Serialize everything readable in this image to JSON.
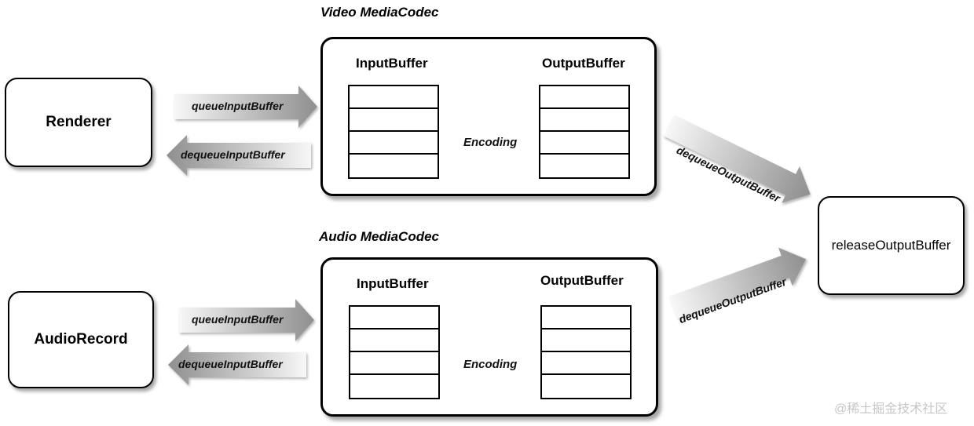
{
  "diagram": {
    "video_codec": {
      "title": "Video MediaCodec",
      "input_buffer": "InputBuffer",
      "output_buffer": "OutputBuffer",
      "encoding": "Encoding"
    },
    "audio_codec": {
      "title": "Audio MediaCodec",
      "input_buffer": "InputBuffer",
      "output_buffer": "OutputBuffer",
      "encoding": "Encoding"
    },
    "renderer": "Renderer",
    "audio_record": "AudioRecord",
    "release_output_buffer": "releaseOutputBuffer",
    "arrows": {
      "video_queue": "queueInputBuffer",
      "video_dequeue": "dequeueInputBuffer",
      "audio_queue": "queueInputBuffer",
      "audio_dequeue": "dequeueInputBuffer",
      "video_dequeue_output": "dequeueOutputBuffer",
      "audio_dequeue_output": "dequeueOutputBuffer"
    },
    "watermark": "@稀土掘金技术社区"
  }
}
